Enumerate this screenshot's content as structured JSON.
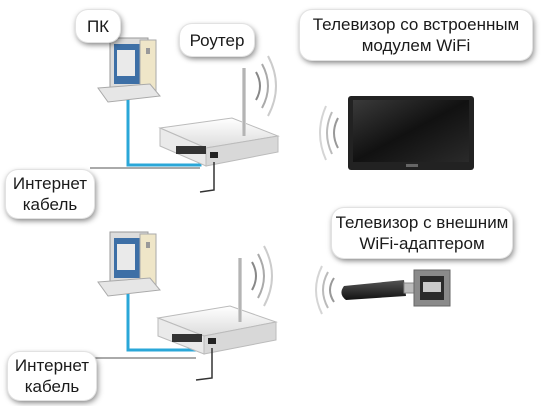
{
  "labels": {
    "pc": "ПК",
    "router": "Роутер",
    "tv_builtin_line1": "Телевизор со встроенным",
    "tv_builtin_line2": "модулем WiFi",
    "tv_external_line1": "Телевизор с внешним",
    "tv_external_line2": "WiFi-адаптером",
    "internet_cable_top_line1": "Интернет",
    "internet_cable_top_line2": "кабель",
    "internet_cable_bottom_line1": "Интернет",
    "internet_cable_bottom_line2": "кабель"
  },
  "colors": {
    "ethernet_cable": "#2aa7d8",
    "tv_screen": "#1c1c1c",
    "router_body": "#f2f2f2"
  }
}
